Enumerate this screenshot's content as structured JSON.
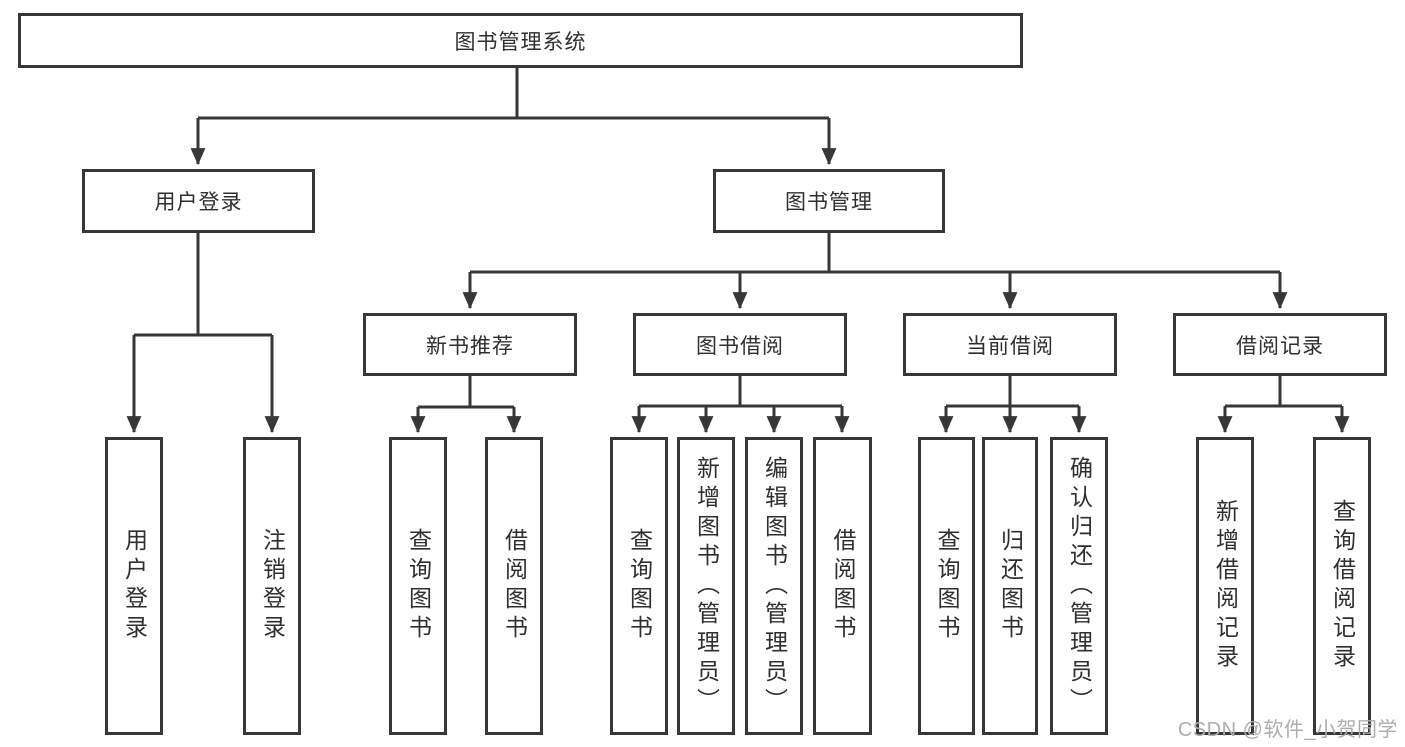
{
  "palette": {
    "line": "#373737",
    "box_border": "#373737",
    "box_fill": "#ffffff",
    "text": "#2f2f2f",
    "watermark_text": "#adadad",
    "background": "#ffffff"
  },
  "tree": {
    "root": {
      "label": "图书管理系统"
    },
    "branches": [
      {
        "label": "用户登录",
        "children": [
          {
            "label": "用户登录"
          },
          {
            "label": "注销登录"
          }
        ]
      },
      {
        "label": "图书管理",
        "children": [
          {
            "label": "新书推荐",
            "children": [
              {
                "label": "查询图书"
              },
              {
                "label": "借阅图书"
              }
            ]
          },
          {
            "label": "图书借阅",
            "children": [
              {
                "label": "查询图书"
              },
              {
                "label": "新增图书（管理员）"
              },
              {
                "label": "编辑图书（管理员）"
              },
              {
                "label": "借阅图书"
              }
            ]
          },
          {
            "label": "当前借阅",
            "children": [
              {
                "label": "查询图书"
              },
              {
                "label": "归还图书"
              },
              {
                "label": "确认归还（管理员）"
              }
            ]
          },
          {
            "label": "借阅记录",
            "children": [
              {
                "label": "新增借阅记录"
              },
              {
                "label": "查询借阅记录"
              }
            ]
          }
        ]
      }
    ]
  },
  "watermark": {
    "text": "CSDN @软件_小贺同学"
  }
}
